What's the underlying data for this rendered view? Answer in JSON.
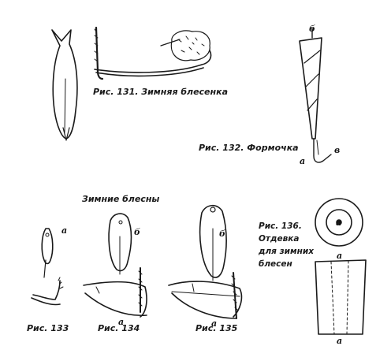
{
  "captions": {
    "fig131": "Рис. 131. Зимняя блесенка",
    "fig132": "Рис. 132. Формочка",
    "group_title": "Зимние блесны",
    "fig133": "Рис. 133",
    "fig134": "Рис. 134",
    "fig135": "Рис. 135",
    "fig136_line1": "Рис. 136.",
    "fig136_line2": "Отдевка",
    "fig136_line3": "для зимних",
    "fig136_line4": "блесен"
  },
  "letters": {
    "a": "а",
    "b": "б",
    "v": "в"
  }
}
